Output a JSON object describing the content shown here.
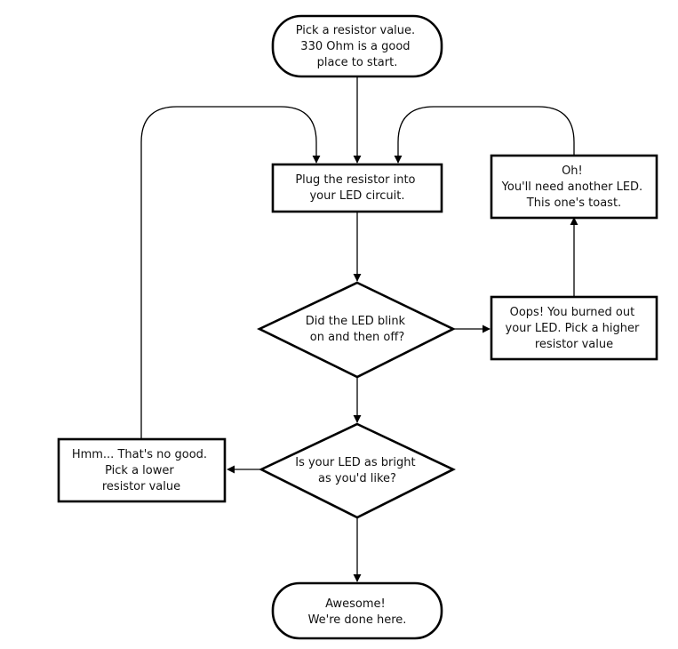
{
  "diagram": {
    "nodes": {
      "start": [
        "Pick a resistor value.",
        "330 Ohm is a good",
        "place to start."
      ],
      "plug": [
        "Plug the resistor into",
        "your LED circuit."
      ],
      "blink": [
        "Did the LED blink",
        "on and then off?"
      ],
      "burned": [
        "Oops! You burned out",
        "your LED. Pick a higher",
        "resistor value"
      ],
      "another": [
        "Oh!",
        "You'll need another LED.",
        "This one's toast."
      ],
      "bright": [
        "Is your LED as bright",
        "as you'd like?"
      ],
      "lower": [
        "Hmm... That's no good.",
        "Pick a lower",
        "resistor value"
      ],
      "done": [
        "Awesome!",
        "We're done here."
      ]
    }
  }
}
